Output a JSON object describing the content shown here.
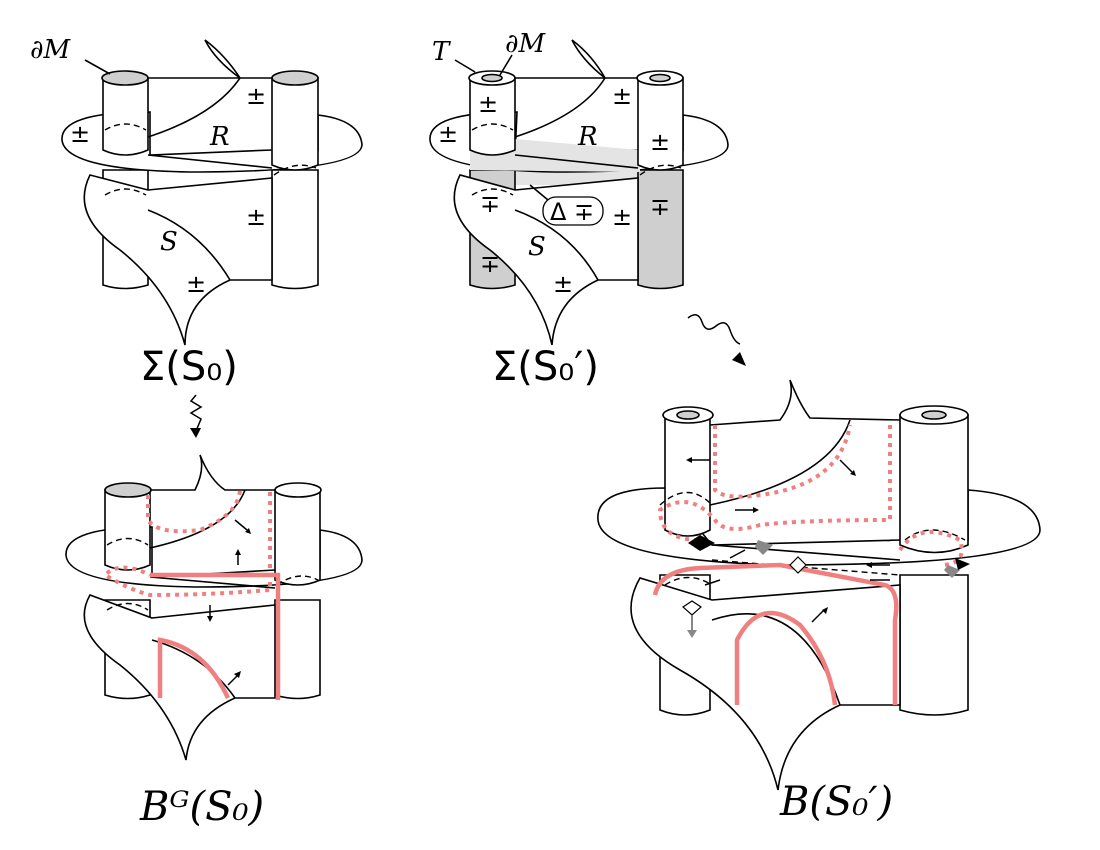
{
  "labels": {
    "boundary_M": "∂M",
    "torus_T": "T",
    "region_R": "R",
    "surface_S": "S",
    "pm": "±",
    "mp": "∓",
    "delta_mp": "Δ ∓"
  },
  "captions": {
    "sigma_S0": "Σ(S₀)",
    "sigma_S0_prime": "Σ(S₀′)",
    "BG_S0": "Bᴳ(S₀)",
    "B_S0_prime": "B(S₀′)"
  },
  "colors": {
    "branch_locus": "#f08080",
    "torus_fill": "#cfcfcf",
    "shade": "#e4e4e4"
  }
}
